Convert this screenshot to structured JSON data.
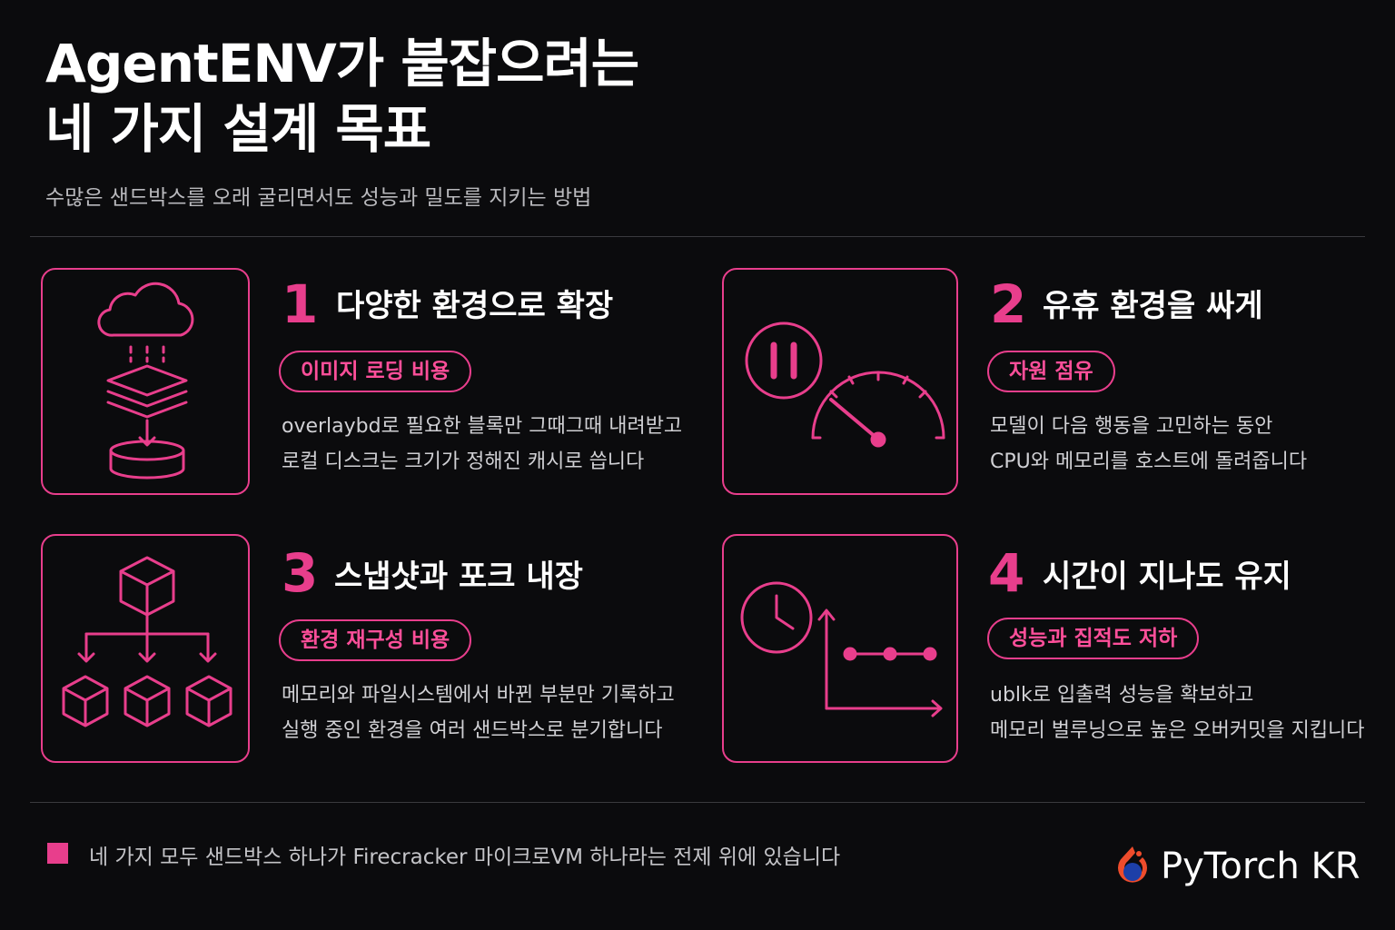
{
  "header": {
    "title_line1": "AgentENV가 붙잡으려는",
    "title_line2": "네 가지 설계 목표",
    "subtitle": "수많은 샌드박스를 오래 굴리면서도 성능과 밀도를 지키는 방법"
  },
  "goals": [
    {
      "number": "1",
      "title": "다양한 환경으로 확장",
      "tag": "이미지 로딩 비용",
      "line1": "overlaybd로 필요한 블록만 그때그때 내려받고",
      "line2": "로컬 디스크는 크기가 정해진 캐시로 씁니다",
      "icon": "cloud-layers-disk-icon"
    },
    {
      "number": "2",
      "title": "유휴 환경을 싸게",
      "tag": "자원 점유",
      "line1": "모델이 다음 행동을 고민하는 동안",
      "line2": "CPU와 메모리를 호스트에 돌려줍니다",
      "icon": "pause-gauge-icon"
    },
    {
      "number": "3",
      "title": "스냅샷과 포크 내장",
      "tag": "환경 재구성 비용",
      "line1": "메모리와 파일시스템에서 바뀐 부분만 기록하고",
      "line2": "실행 중인 환경을 여러 샌드박스로 분기합니다",
      "icon": "cube-fork-icon"
    },
    {
      "number": "4",
      "title": "시간이 지나도 유지",
      "tag": "성능과 집적도 저하",
      "line1": "ublk로 입출력 성능을 확보하고",
      "line2": "메모리 벌루닝으로 높은 오버커밋을 지킵니다",
      "icon": "clock-steady-chart-icon"
    }
  ],
  "footer": {
    "note": "네 가지 모두 샌드박스 하나가 Firecracker 마이크로VM 하나라는 전제 위에 있습니다",
    "brand": "PyTorch KR"
  },
  "colors": {
    "accent": "#e83e8c",
    "background": "#0b0b0d",
    "text": "#ffffff",
    "muted": "#b9b9bd"
  }
}
